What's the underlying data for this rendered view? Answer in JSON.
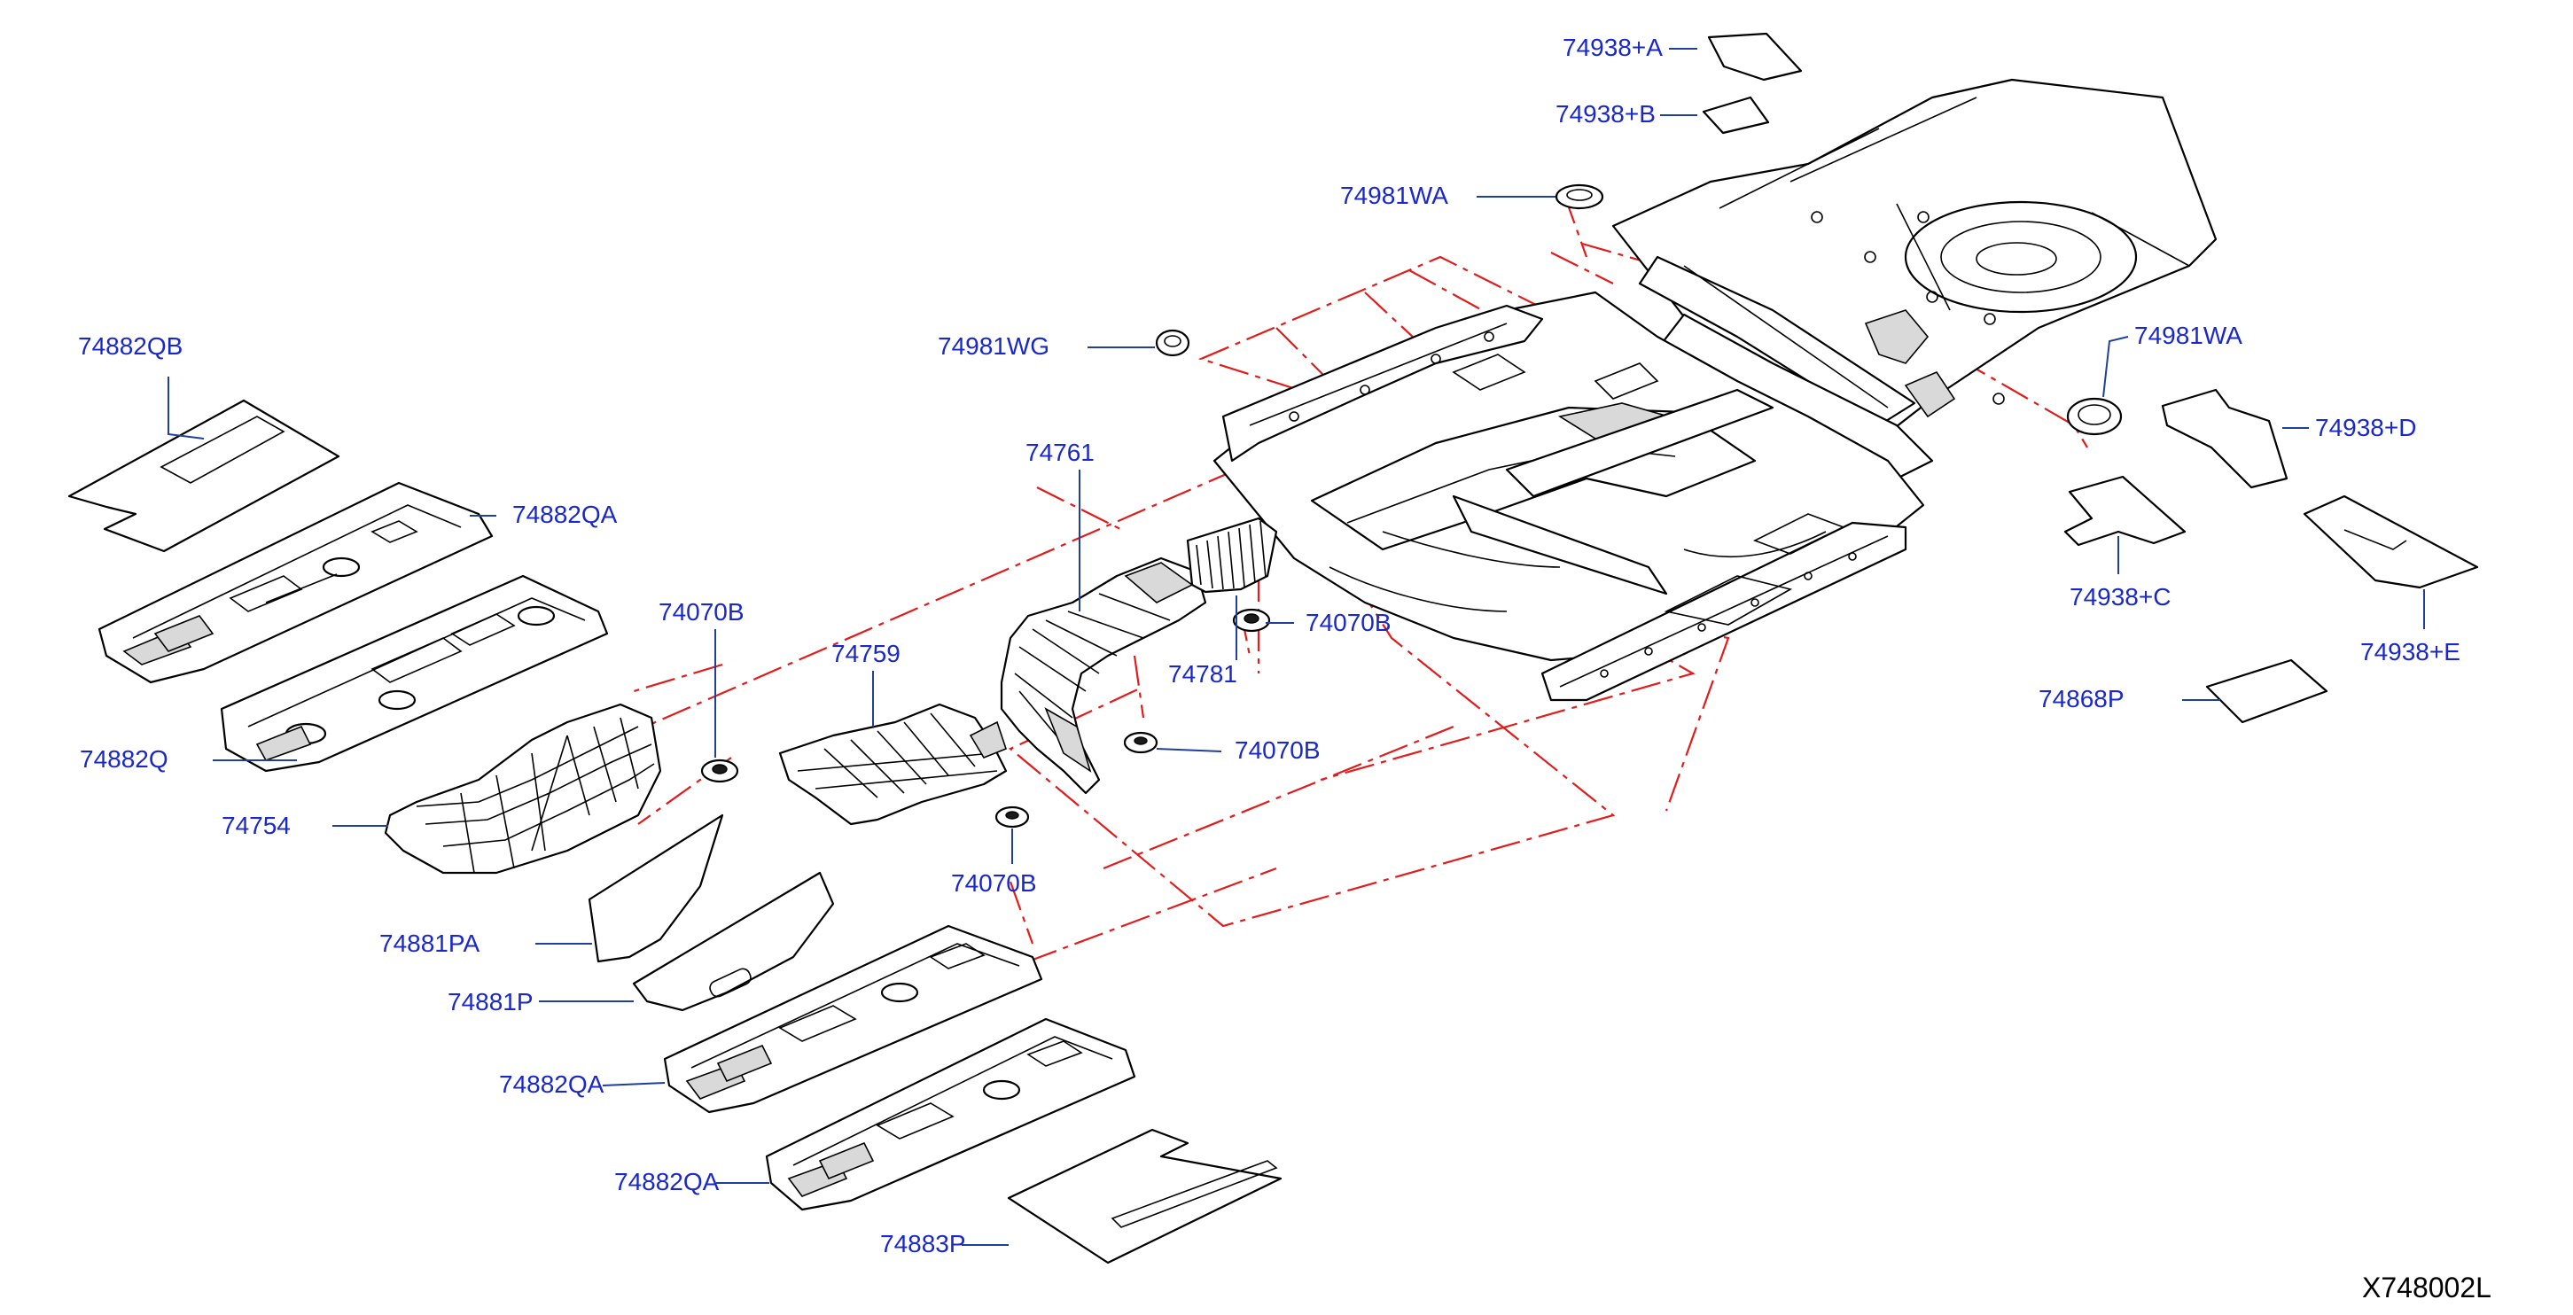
{
  "diagram": {
    "id_code": "X748002L",
    "colors": {
      "callout_text": "#1a28c9",
      "leader_line": "#1f3f9a",
      "reference_line": "#e21b1b",
      "outline": "#000000"
    },
    "callouts": {
      "c_74938A": "74938+A",
      "c_74938B": "74938+B",
      "c_74981WA_top": "74981WA",
      "c_74981WG": "74981WG",
      "c_74981WA_right": "74981WA",
      "c_74938D": "74938+D",
      "c_74938C": "74938+C",
      "c_74938E": "74938+E",
      "c_74868P": "74868P",
      "c_74882QB": "74882QB",
      "c_74882QA_top": "74882QA",
      "c_74882Q": "74882Q",
      "c_74754": "74754",
      "c_74070B_1": "74070B",
      "c_74759": "74759",
      "c_74761": "74761",
      "c_74781": "74781",
      "c_74070B_2": "74070B",
      "c_74070B_3": "74070B",
      "c_74070B_4": "74070B",
      "c_74881PA": "74881PA",
      "c_74881P": "74881P",
      "c_74882QA_mid": "74882QA",
      "c_74882QA_low": "74882QA",
      "c_74883P": "74883P"
    }
  }
}
